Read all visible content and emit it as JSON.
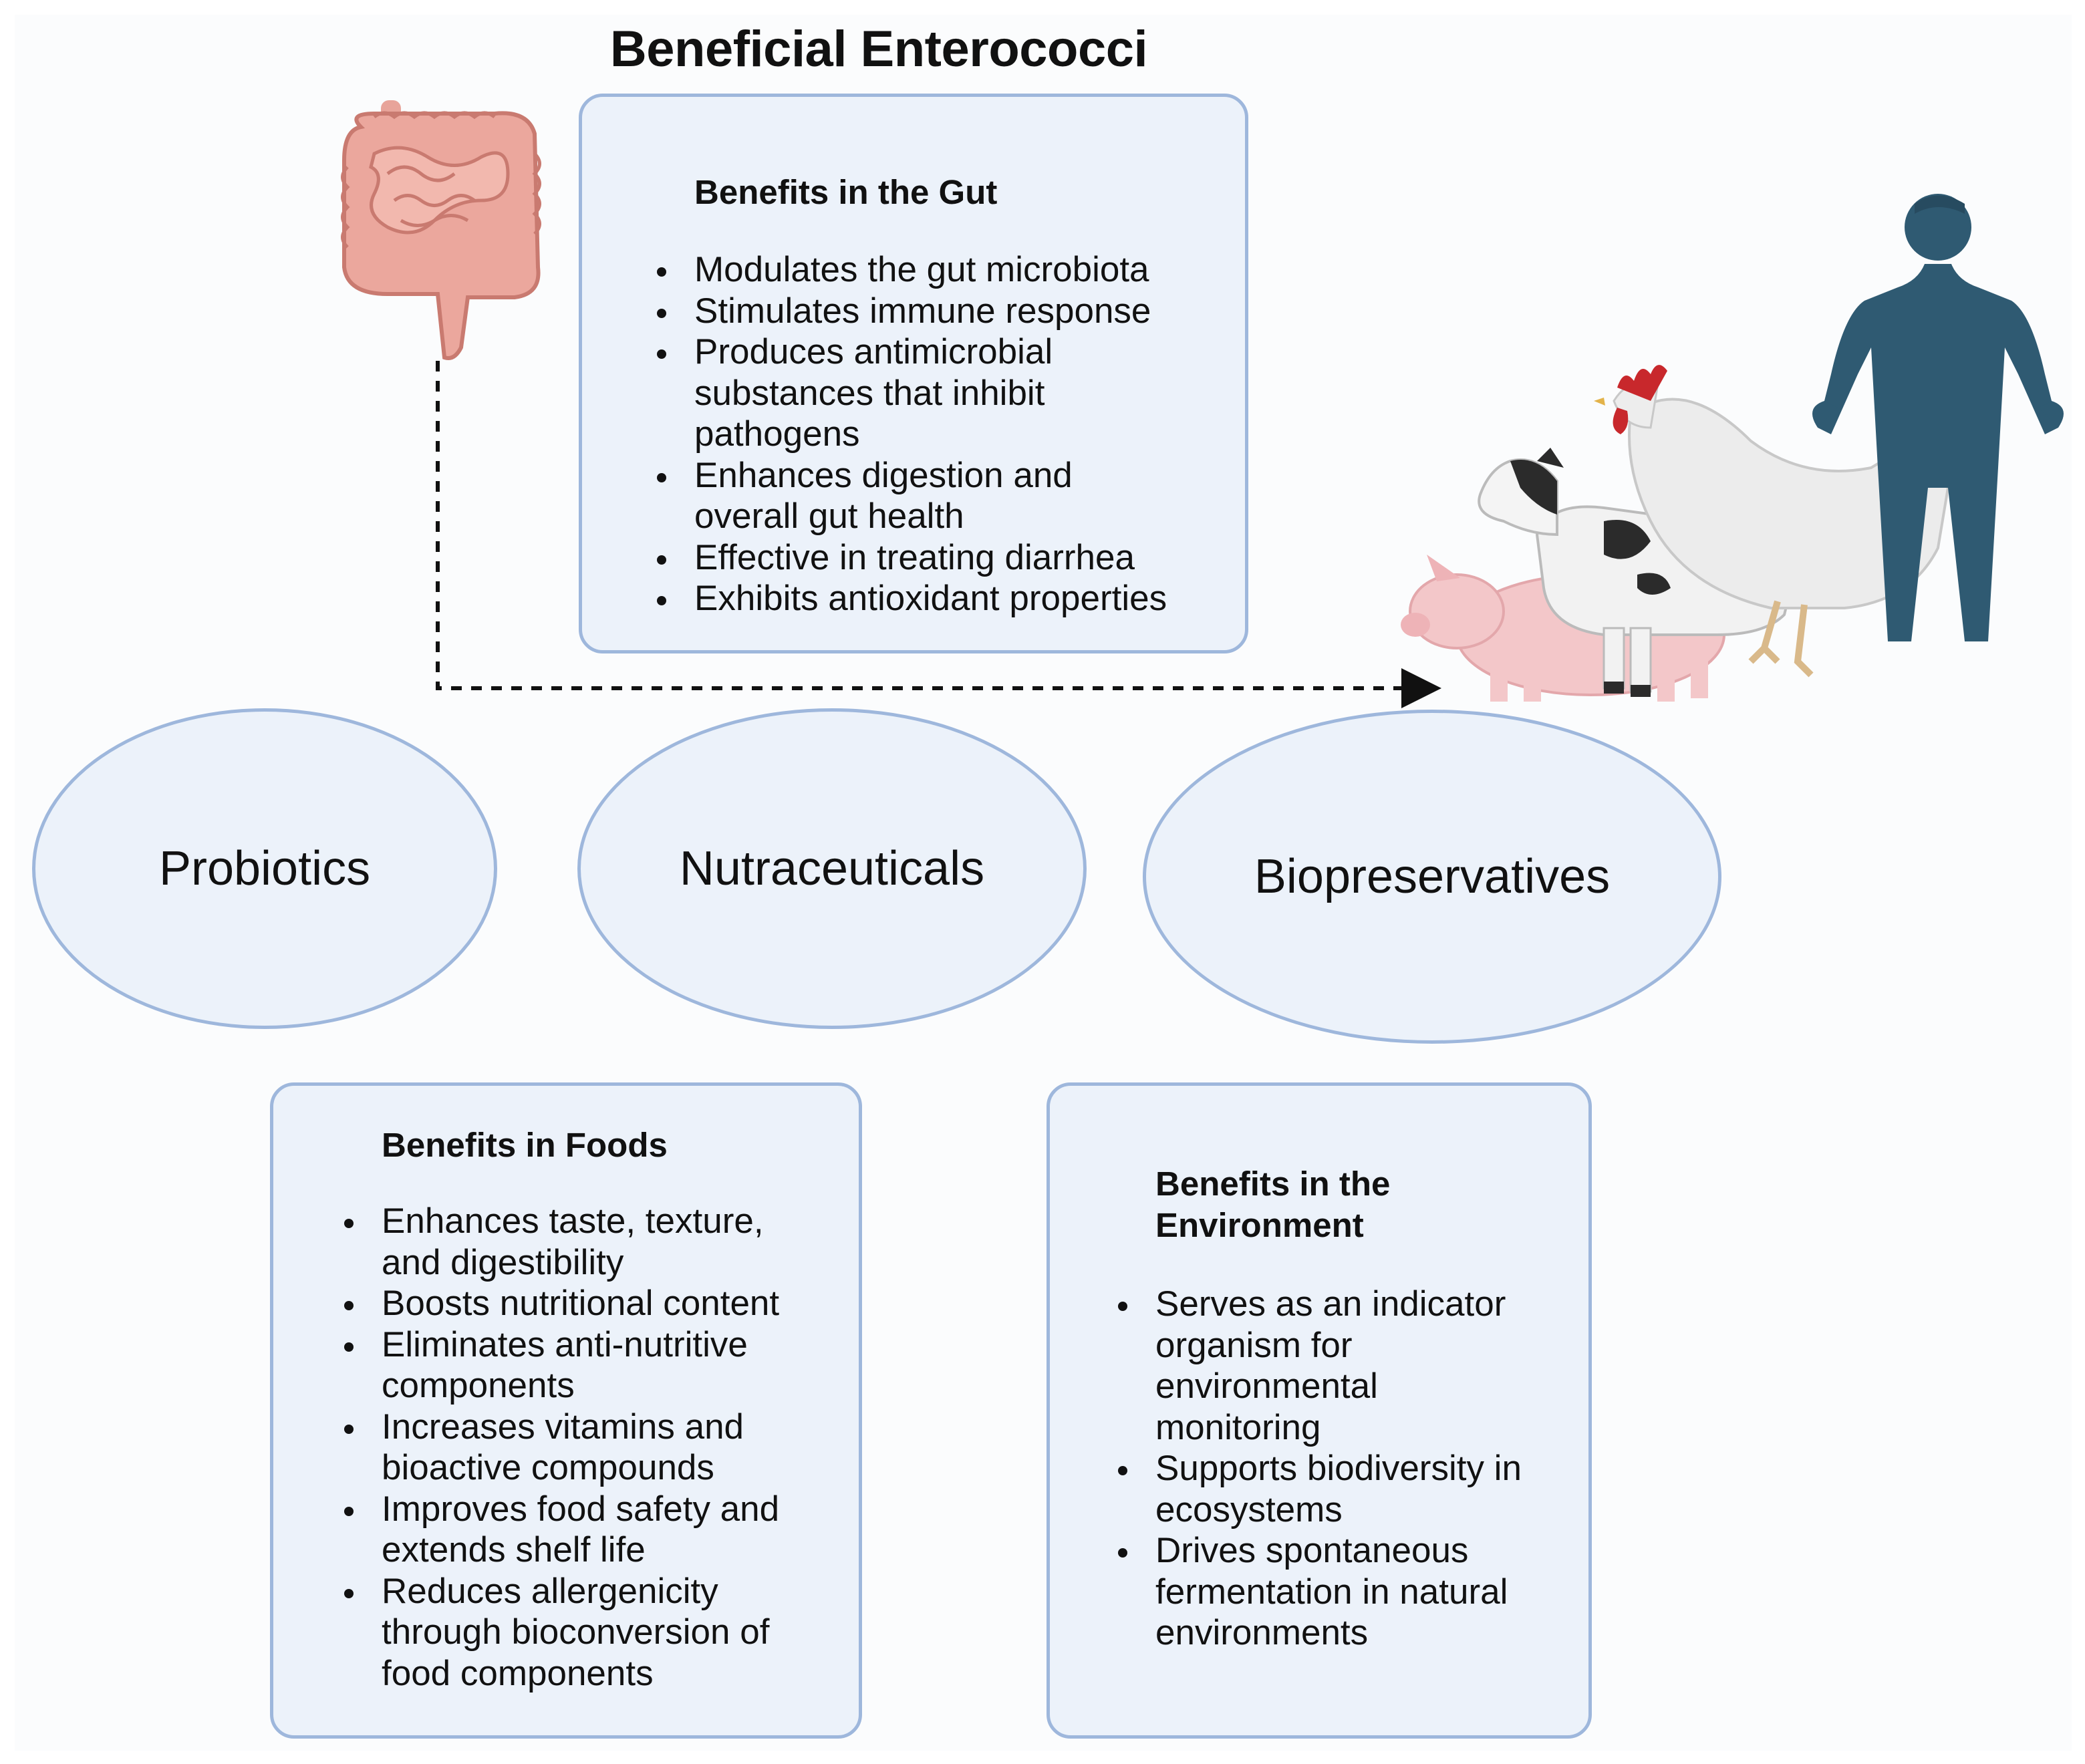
{
  "title": "Beneficial Enterococci",
  "gut_panel": {
    "heading": "Benefits in the Gut",
    "items": [
      "Modulates the gut microbiota",
      "Stimulates immune response",
      "Produces antimicrobial substances that inhibit pathogens",
      "Enhances digestion and overall gut health",
      "Effective in treating diarrhea",
      "Exhibits antioxidant properties"
    ]
  },
  "ovals": {
    "probiotics": "Probiotics",
    "nutraceuticals": "Nutraceuticals",
    "biopreservatives": "Biopreservatives"
  },
  "foods_panel": {
    "heading": "Benefits in Foods",
    "items": [
      "Enhances taste, texture, and digestibility",
      "Boosts nutritional content",
      "Eliminates anti-nutritive components",
      "Increases vitamins and bioactive compounds",
      "Improves food safety and extends shelf life",
      "Reduces allergenicity through bioconversion of food components"
    ]
  },
  "environment_panel": {
    "heading": "Benefits in the Environment",
    "items": [
      "Serves as an indicator organism for environmental monitoring",
      "Supports biodiversity in ecosystems",
      "Drives spontaneous fermentation in natural environments"
    ]
  },
  "icons": {
    "gut": "intestine-icon",
    "human": "human-figure-icon",
    "rooster": "rooster-icon",
    "cow": "cow-icon",
    "pig": "pig-icon"
  },
  "colors": {
    "panel_fill": "#ecf2fa",
    "panel_border": "#9eb7dc",
    "human": "#2f5a72",
    "gut": "#e8a49a",
    "pig": "#f3c7c9",
    "rooster_comb": "#c8282c"
  }
}
